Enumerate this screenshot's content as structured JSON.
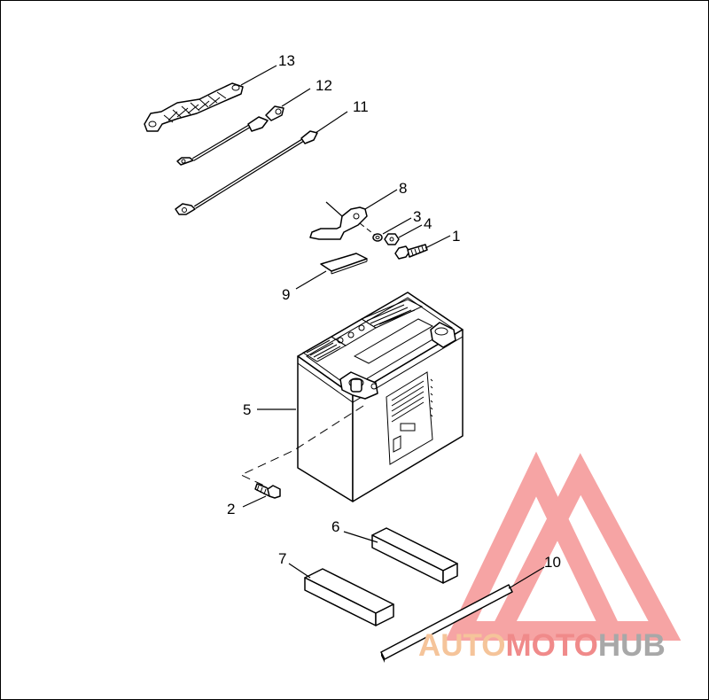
{
  "callouts": {
    "c1": "1",
    "c2": "2",
    "c3": "3",
    "c4": "4",
    "c5": "5",
    "c6": "6",
    "c7": "7",
    "c8": "8",
    "c9": "9",
    "c10": "10",
    "c11": "11",
    "c12": "12",
    "c13": "13"
  },
  "watermark": {
    "word_auto": "AUTO",
    "word_moto": "MOTO",
    "word_hub": "HUB",
    "color_auto": "#f5c49a",
    "color_moto": "#f08a8a",
    "color_hub": "#a8a8a8",
    "triangle_color": "#ef5a5a"
  }
}
